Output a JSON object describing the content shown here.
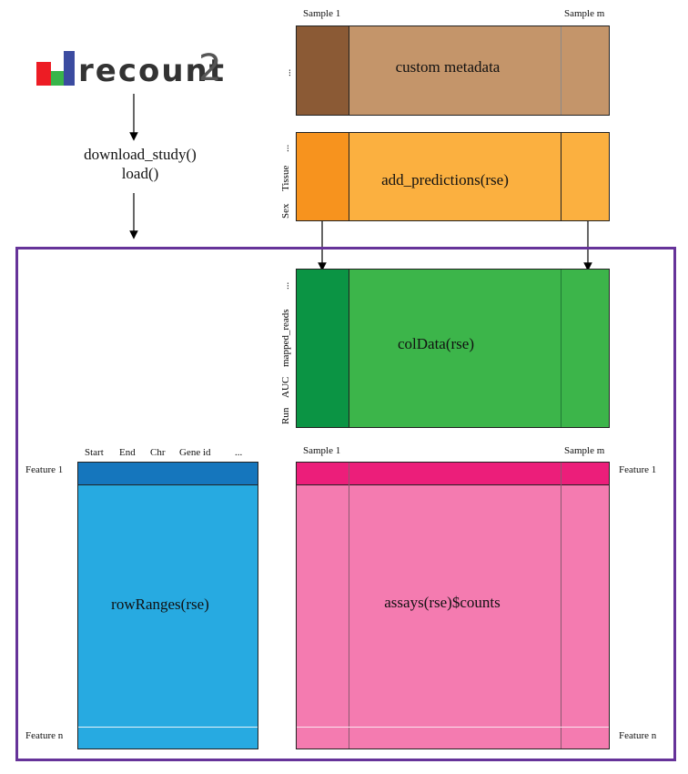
{
  "logo": {
    "text": "recount",
    "number": "2",
    "bar_colors": [
      "#ed1c24",
      "#39b54a",
      "#3b4ba0"
    ]
  },
  "functions": {
    "line1": "download_study()",
    "line2": "load()"
  },
  "top_sample_labels": {
    "first": "Sample 1",
    "last": "Sample m"
  },
  "bottom_sample_labels": {
    "first": "Sample 1",
    "last": "Sample m"
  },
  "custom_metadata": {
    "label": "custom metadata",
    "row_labels": [
      "..."
    ],
    "colors": {
      "dark": "#8b5a35",
      "light": "#c4956a"
    }
  },
  "predictions": {
    "label": "add_predictions(rse)",
    "row_labels": [
      "Sex",
      "Tissue",
      "..."
    ],
    "colors": {
      "dark": "#f7931e",
      "light": "#fbb040"
    }
  },
  "coldata": {
    "label": "colData(rse)",
    "row_labels": [
      "Run",
      "AUC",
      "mapped_reads",
      "..."
    ],
    "colors": {
      "dark": "#0b9444",
      "light": "#3cb54a"
    }
  },
  "rowranges": {
    "label": "rowRanges(rse)",
    "columns": [
      "Start",
      "End",
      "Chr",
      "Gene id",
      "..."
    ],
    "colors": {
      "header": "#1576bd",
      "body": "#27aae1"
    }
  },
  "assays": {
    "label": "assays(rse)$counts",
    "colors": {
      "header": "#ec1e7a",
      "body": "#f47bb0"
    }
  },
  "features": {
    "first_left": "Feature 1",
    "last_left": "Feature n",
    "first_right": "Feature 1",
    "last_right": "Feature n"
  },
  "frame_color": "#663399"
}
